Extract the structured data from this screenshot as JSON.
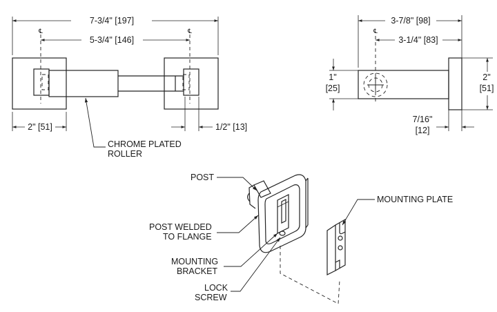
{
  "front_view": {
    "overall_width": "7-3/4\" [197]",
    "centerline_width": "5-3/4\" [146]",
    "flange_width": "2\" [51]",
    "post_offset": "1/2\" [13]",
    "centerline_mark": "℄",
    "roller_label_line1": "CHROME PLATED",
    "roller_label_line2": "ROLLER"
  },
  "side_view": {
    "overall_depth": "3-7/8\" [98]",
    "centerline_depth": "3-1/4\" [83]",
    "roller_dia_line1": "1\"",
    "roller_dia_line2": "[25]",
    "flange_height_line1": "2\"",
    "flange_height_line2": "[51]",
    "flange_thickness_line1": "7/16\"",
    "flange_thickness_line2": "[12]",
    "centerline_mark": "℄"
  },
  "assembly": {
    "post": "POST",
    "post_welded_line1": "POST WELDED",
    "post_welded_line2": "TO FLANGE",
    "mounting_bracket_line1": "MOUNTING",
    "mounting_bracket_line2": "BRACKET",
    "lock_screw_line1": "LOCK",
    "lock_screw_line2": "SCREW",
    "mounting_plate": "MOUNTING PLATE"
  }
}
